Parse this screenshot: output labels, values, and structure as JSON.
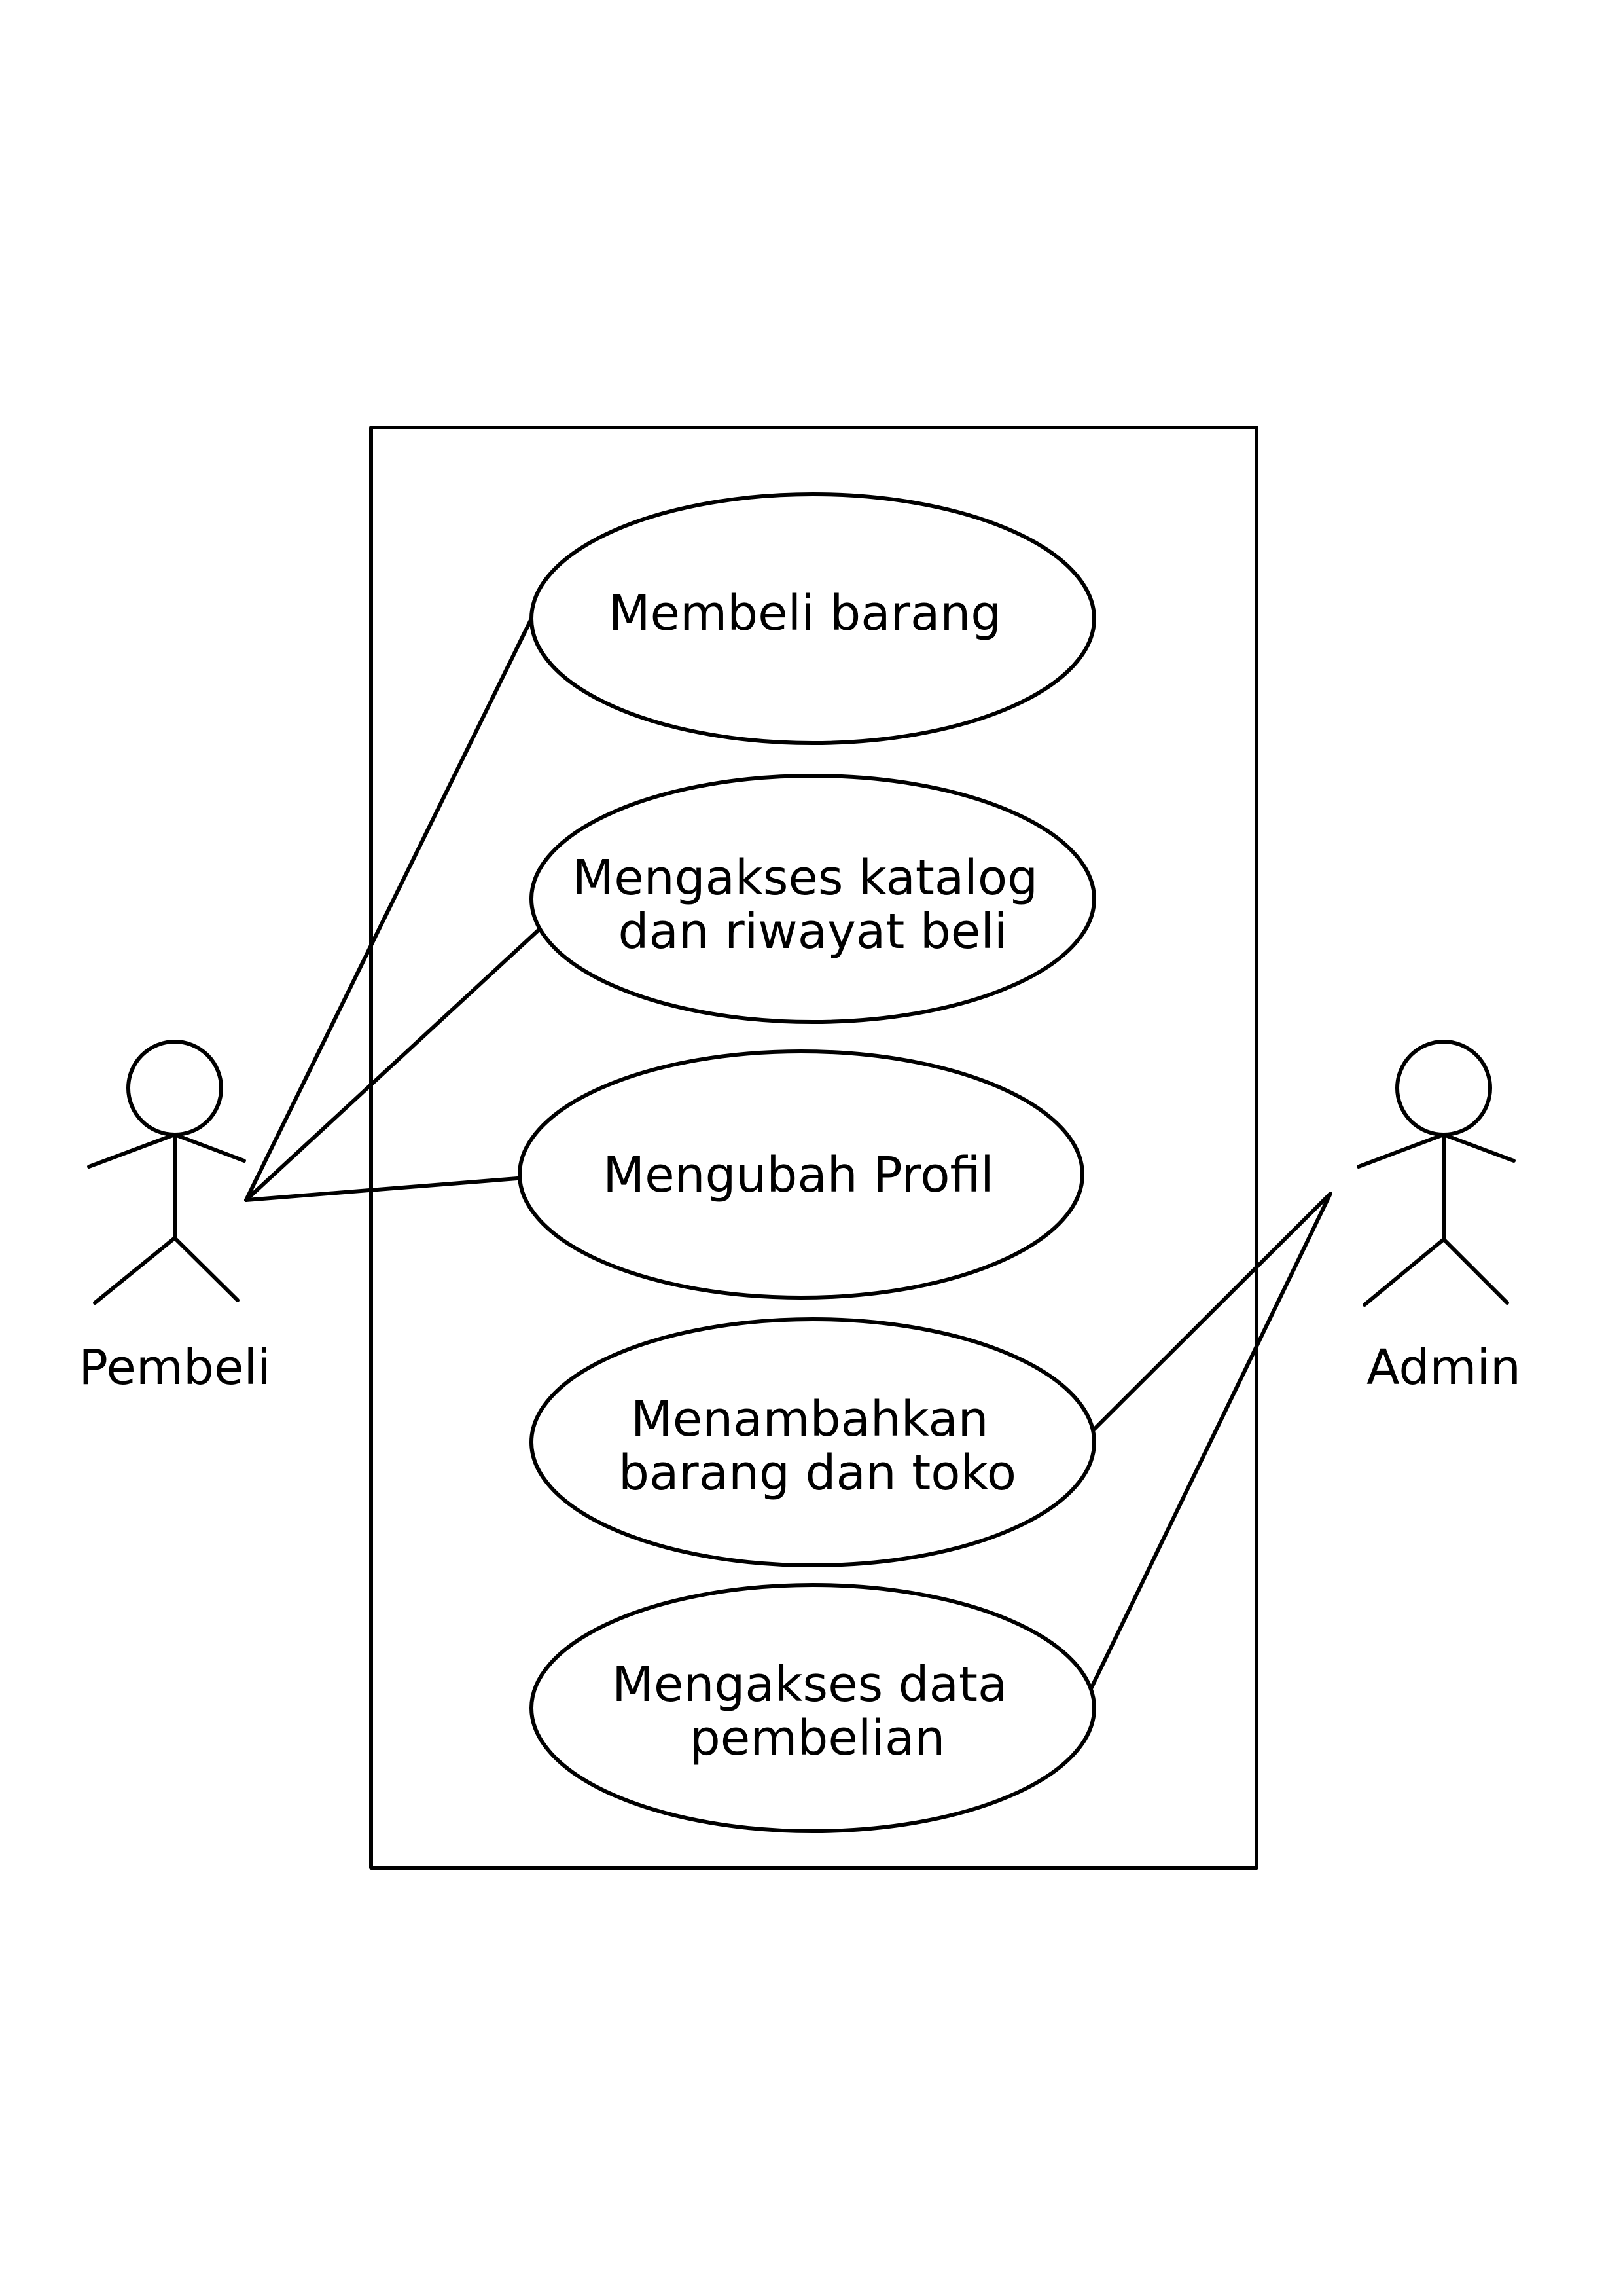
{
  "diagram": {
    "type": "use-case",
    "actors": [
      {
        "id": "pembeli",
        "label": "Pembeli"
      },
      {
        "id": "admin",
        "label": "Admin"
      }
    ],
    "use_cases": [
      {
        "id": "uc1",
        "lines": [
          "Membeli barang"
        ]
      },
      {
        "id": "uc2",
        "lines": [
          "Mengakses katalog",
          "dan riwayat beli"
        ]
      },
      {
        "id": "uc3",
        "lines": [
          "Mengubah Profil"
        ]
      },
      {
        "id": "uc4",
        "lines": [
          "Menambahkan",
          "barang dan toko"
        ]
      },
      {
        "id": "uc5",
        "lines": [
          "Mengakses data",
          "pembelian"
        ]
      }
    ],
    "associations": [
      {
        "actor": "pembeli",
        "use_case": "uc1"
      },
      {
        "actor": "pembeli",
        "use_case": "uc2"
      },
      {
        "actor": "pembeli",
        "use_case": "uc3"
      },
      {
        "actor": "admin",
        "use_case": "uc4"
      },
      {
        "actor": "admin",
        "use_case": "uc5"
      }
    ]
  }
}
